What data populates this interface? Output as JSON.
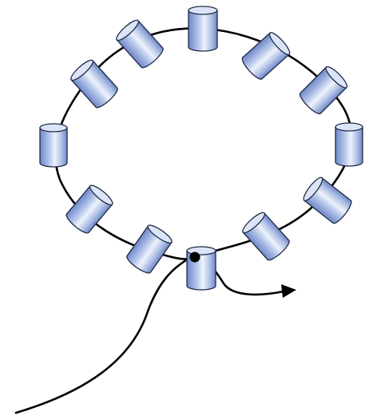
{
  "diagram": {
    "description_free": true,
    "bead_count": 12,
    "colors": {
      "background": "#ffffff",
      "stroke": "#000000",
      "bead_light": "#eef3fb",
      "bead_mid": "#b7c8ec",
      "bead_dark": "#6f87c8",
      "bead_outline": "#1f2a44",
      "cap_fill": "#dbe5f7",
      "knot": "#000000"
    },
    "beads": [
      {
        "name": "bead-top"
      },
      {
        "name": "bead-upper-left-1"
      },
      {
        "name": "bead-upper-left-2"
      },
      {
        "name": "bead-left"
      },
      {
        "name": "bead-lower-left-1"
      },
      {
        "name": "bead-lower-left-2"
      },
      {
        "name": "bead-bottom"
      },
      {
        "name": "bead-lower-right-2"
      },
      {
        "name": "bead-lower-right-1"
      },
      {
        "name": "bead-right"
      },
      {
        "name": "bead-upper-right-2"
      },
      {
        "name": "bead-upper-right-1"
      }
    ],
    "arrow": {
      "name": "exit-arrow",
      "icon": "arrowhead"
    },
    "knot": {
      "name": "knot-dot"
    }
  }
}
